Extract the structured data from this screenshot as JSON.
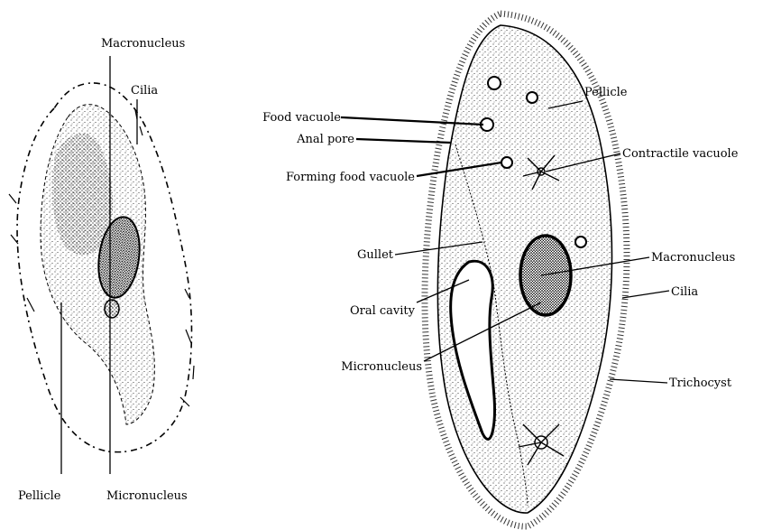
{
  "left_figure": {
    "labels": {
      "macronucleus": "Macronucleus",
      "cilia": "Cilia",
      "pellicle": "Pellicle",
      "micronucleus": "Micronucleus"
    }
  },
  "right_figure": {
    "labels": {
      "food_vacuole": "Food vacuole",
      "anal_pore": "Anal pore",
      "forming_food_vacuole": "Forming food vacuole",
      "gullet": "Gullet",
      "oral_cavity": "Oral cavity",
      "micronucleus": "Micronucleus",
      "pellicle": "Pellicle",
      "contractile_vacuole": "Contractile vacuole",
      "macronucleus": "Macronucleus",
      "cilia": "Cilia",
      "trichocyst": "Trichocyst"
    }
  },
  "colors": {
    "ink": "#000000",
    "background": "#ffffff"
  }
}
